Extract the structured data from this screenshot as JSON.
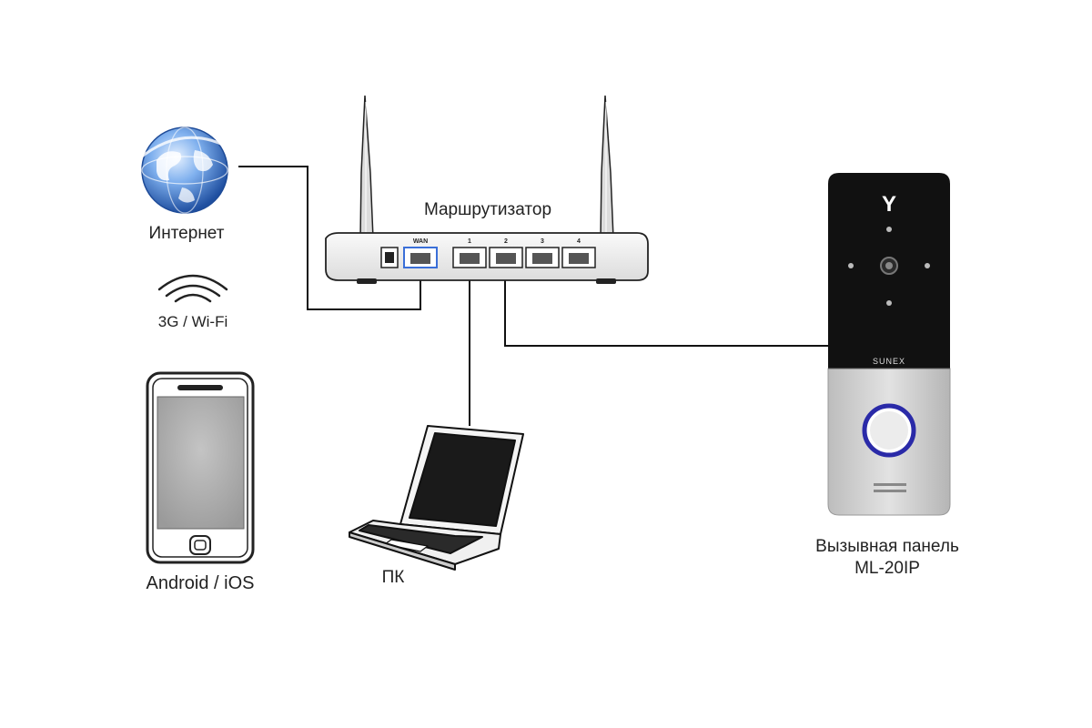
{
  "labels": {
    "internet": "Интернет",
    "wireless": "3G / Wi-Fi",
    "mobile": "Android / iOS",
    "pc": "ПК",
    "router": "Маршрутизатор",
    "panel_line1": "Вызывная панель",
    "panel_line2": "ML-20IP"
  },
  "router_ports": {
    "wan": "WAN",
    "p1": "1",
    "p2": "2",
    "p3": "3",
    "p4": "4"
  },
  "panel": {
    "logo_text": "Y",
    "brand": "SUNEX"
  },
  "colors": {
    "line": "#111111",
    "device_dark": "#111111",
    "panel_silver": "#c9c9c9",
    "panel_button_ring": "#2a2aa8",
    "globe_blue": "#2b5fb3",
    "port_blue": "#3a6fd8"
  },
  "icons": {
    "globe": "globe-icon",
    "wifi": "wifi-icon",
    "smartphone": "smartphone-icon",
    "laptop": "laptop-icon",
    "router": "router-icon",
    "intercom": "intercom-panel-icon"
  }
}
